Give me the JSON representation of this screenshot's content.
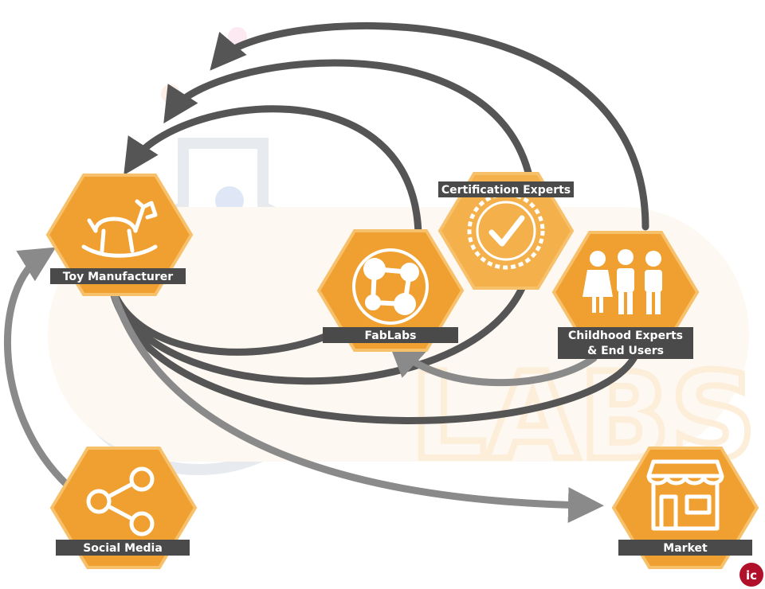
{
  "colors": {
    "hex_fill": "#f0a030",
    "hex_fill_alt": "#f4b04a",
    "hex_stroke": "#f7c06a",
    "label_bg": "#4a4a4a",
    "arrow_dark": "#555555",
    "arrow_light": "#8a8a8a",
    "brand_red": "#b0102a"
  },
  "nodes": {
    "toy_manufacturer": {
      "label": "Toy Manufacturer",
      "icon": "rocking-horse-icon"
    },
    "certification_experts": {
      "label": "Certification Experts",
      "icon": "certified-badge-icon"
    },
    "fablabs": {
      "label": "FabLabs",
      "icon": "fablab-logo-icon"
    },
    "childhood_experts": {
      "label_line1": "Childhood Experts",
      "label_line2": "& End Users",
      "icon": "children-group-icon"
    },
    "social_media": {
      "label": "Social Media",
      "icon": "share-icon"
    },
    "market": {
      "label": "Market",
      "icon": "storefront-icon"
    }
  },
  "watermark": {
    "text": "LABS"
  },
  "brand": {
    "logo_text": "ic"
  }
}
